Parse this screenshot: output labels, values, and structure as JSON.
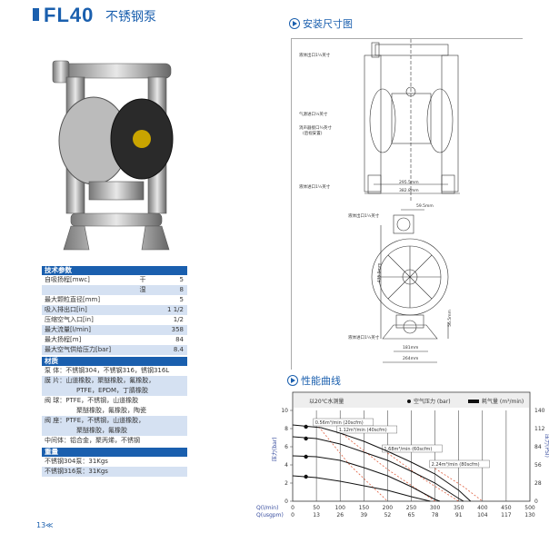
{
  "header": {
    "model": "FL40",
    "subtitle": "不锈钢泵"
  },
  "specs": {
    "title": "技术参数",
    "rows": [
      {
        "label": "自吸扬程[mwc]",
        "mode": "干",
        "value": "5"
      },
      {
        "label": "",
        "mode": "湿",
        "value": "8"
      },
      {
        "label": "最大颗粒直径[mm]",
        "mode": "",
        "value": "5"
      },
      {
        "label": "吸入排出口[in]",
        "mode": "",
        "value": "1 1/2"
      },
      {
        "label": "压缩空气入口[in]",
        "mode": "",
        "value": "1/2"
      },
      {
        "label": "最大流量[l/min]",
        "mode": "",
        "value": "358"
      },
      {
        "label": "最大扬程[m]",
        "mode": "",
        "value": "84"
      },
      {
        "label": "最大空气供给压力[bar]",
        "mode": "",
        "value": "8.4"
      }
    ],
    "materials_title": "材质",
    "materials": [
      {
        "text": "泵  体：不锈钢304，不锈钢316，锈钢316L",
        "cont": false
      },
      {
        "text": "膜  片：山道橡胶，聚醚橡胶，氟橡胶，",
        "cont": false
      },
      {
        "text": "PTFE，EPDM，丁腈橡胶",
        "cont": true
      },
      {
        "text": "阀  球：PTFE，不锈钢，山道橡胶",
        "cont": false
      },
      {
        "text": "聚醚橡胶，氟橡胶，陶瓷",
        "cont": true
      },
      {
        "text": "阀  座：PTFE，不锈钢，山道橡胶，",
        "cont": false
      },
      {
        "text": "聚醚橡胶，氟橡胶",
        "cont": true
      },
      {
        "text": "中间体：铝合金，聚丙烯，不锈钢",
        "cont": false
      }
    ],
    "weight_title": "重量",
    "weights": [
      "不锈钢304泵：31Kgs",
      "不锈钢316泵：31Kgs"
    ]
  },
  "page_number": "13≪",
  "dimensions": {
    "title": "安装尺寸图",
    "labels": {
      "outlet": "液体出口1½英寸",
      "air": "气源进口¼英寸",
      "muffler": "消声器接口¾英寸",
      "muffler_note": "(后视安置)",
      "inlet": "液体进口1½英寸",
      "outlet2": "液体出口1½英寸",
      "inlet2": "液体进口1½英寸"
    },
    "values": {
      "w1": "295.5mm",
      "w2": "382.8mm",
      "top": "59.5mm",
      "h": "435.5mm",
      "h2": "56.5mm",
      "b1": "181mm",
      "b2": "264mm"
    }
  },
  "performance": {
    "title": "性能曲线"
  },
  "chart_data": {
    "type": "line",
    "note": "以20℃水测量",
    "legend": [
      "空气压力 (bar)",
      "耗气量 (m³/min)"
    ],
    "ylabel_left": "压力(bar)",
    "ylabel_right": "压力(PSI)",
    "xlabel_1": "Q(l/min)",
    "xlabel_2": "Q(usgpm)",
    "xlim": [
      0,
      500
    ],
    "ylim": [
      0,
      10
    ],
    "x_ticks": [
      0,
      50,
      100,
      150,
      200,
      250,
      300,
      350,
      400,
      450,
      500
    ],
    "x_ticks_usgpm": [
      "0",
      "13",
      "26",
      "39",
      "52",
      "65",
      "78",
      "91",
      "104",
      "117",
      "130"
    ],
    "y_ticks": [
      0,
      2,
      4,
      6,
      8,
      10
    ],
    "y_ticks_psi": [
      "0",
      "28",
      "56",
      "84",
      "112",
      "140"
    ],
    "pressure_curves": [
      {
        "bar_marker": 8.2,
        "points": [
          [
            0,
            8.4
          ],
          [
            60,
            8.1
          ],
          [
            100,
            7.5
          ],
          [
            150,
            6.6
          ],
          [
            200,
            5.5
          ],
          [
            250,
            4.3
          ],
          [
            300,
            3.0
          ],
          [
            350,
            1.2
          ],
          [
            375,
            0
          ]
        ]
      },
      {
        "bar_marker": 6.9,
        "points": [
          [
            0,
            7.1
          ],
          [
            50,
            6.9
          ],
          [
            100,
            6.3
          ],
          [
            150,
            5.4
          ],
          [
            200,
            4.5
          ],
          [
            250,
            3.3
          ],
          [
            300,
            2.0
          ],
          [
            350,
            0.3
          ],
          [
            360,
            0
          ]
        ]
      },
      {
        "bar_marker": 4.9,
        "points": [
          [
            0,
            5.0
          ],
          [
            50,
            4.9
          ],
          [
            100,
            4.5
          ],
          [
            150,
            3.7
          ],
          [
            200,
            2.8
          ],
          [
            250,
            1.6
          ],
          [
            300,
            0.2
          ],
          [
            310,
            0
          ]
        ]
      },
      {
        "bar_marker": 2.7,
        "points": [
          [
            0,
            2.8
          ],
          [
            50,
            2.6
          ],
          [
            100,
            2.2
          ],
          [
            150,
            1.7
          ],
          [
            200,
            1.2
          ],
          [
            250,
            0.5
          ],
          [
            290,
            0
          ]
        ]
      }
    ],
    "air_curves": [
      {
        "label": "0.56m³/min (20scfm)",
        "points": [
          [
            55,
            8.2
          ],
          [
            120,
            4
          ],
          [
            200,
            0
          ]
        ]
      },
      {
        "label": "1.12m³/min (40scfm)",
        "points": [
          [
            105,
            7.4
          ],
          [
            200,
            3.5
          ],
          [
            300,
            0
          ]
        ]
      },
      {
        "label": "1.68m³/min (60scfm)",
        "points": [
          [
            200,
            5.3
          ],
          [
            280,
            2.3
          ],
          [
            350,
            0
          ]
        ]
      },
      {
        "label": "2.24m³/min (80scfm)",
        "points": [
          [
            300,
            3.6
          ],
          [
            360,
            1.6
          ],
          [
            400,
            0
          ]
        ]
      }
    ]
  }
}
